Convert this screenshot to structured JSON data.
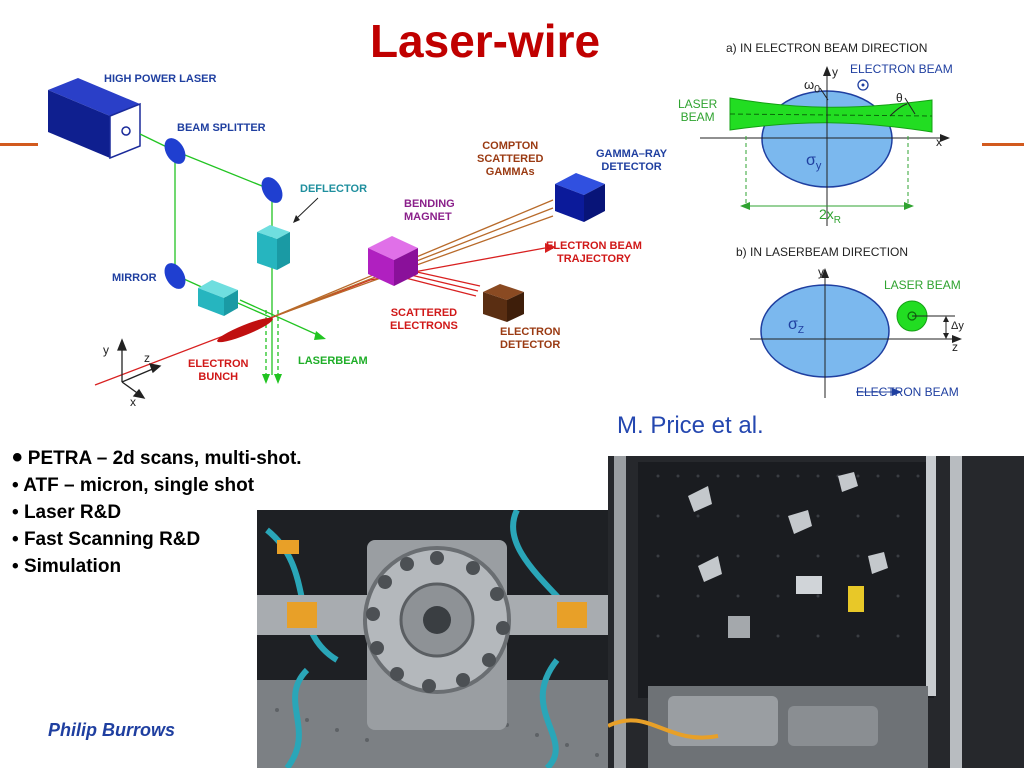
{
  "slide": {
    "title": "Laser-wire",
    "credit": "M. Price et al.",
    "author": "Philip Burrows",
    "bullets": [
      "PETRA – 2d scans, multi-shot.",
      "ATF – micron, single shot",
      "Laser R&D",
      "Fast Scanning R&D",
      "Simulation"
    ]
  },
  "setup_diagram": {
    "high_power_laser": "HIGH POWER LASER",
    "beam_splitter": "BEAM SPLITTER",
    "deflector": "DEFLECTOR",
    "mirror": "MIRROR",
    "bending_magnet": [
      "BENDING",
      "MAGNET"
    ],
    "compton": [
      "COMPTON",
      "SCATTERED",
      "GAMMAs"
    ],
    "gamma_detector": [
      "GAMMA–RAY",
      "DETECTOR"
    ],
    "e_beam_traj": [
      "ELECTRON BEAM",
      "TRAJECTORY"
    ],
    "scattered_e": [
      "SCATTERED",
      "ELECTRONS"
    ],
    "e_detector": [
      "ELECTRON",
      "DETECTOR"
    ],
    "e_bunch": [
      "ELECTRON",
      "BUNCH"
    ],
    "laserbeam": "LASERBEAM",
    "axes": {
      "y": "y",
      "z": "z",
      "x": "x"
    }
  },
  "cross_sections": {
    "a_title": "a) IN ELECTRON BEAM DIRECTION",
    "a_electron_beam": "ELECTRON BEAM",
    "a_laser_beam": [
      "LASER",
      "BEAM"
    ],
    "a_omega": "ω",
    "a_omega_sub": "0",
    "a_theta": "θ",
    "a_sigma": "σ",
    "a_sigma_sub": "y",
    "a_2x": "2x",
    "a_2x_sub": "R",
    "a_axis_y": "y",
    "a_axis_x": "x",
    "b_title": "b) IN LASERBEAM DIRECTION",
    "b_laser_beam": "LASER BEAM",
    "b_sigma": "σ",
    "b_sigma_sub": "Z",
    "b_delta_y": "Δy",
    "b_axis_y": "y",
    "b_axis_z": "z",
    "b_electron_beam": "ELECTRON BEAM"
  },
  "colors": {
    "title": "#c00000",
    "accent_rule": "#d25a1e",
    "laser_green": "#22dd22",
    "electron_blue": "#7bb8ee",
    "diagram_blue": "#1f3fa0"
  }
}
